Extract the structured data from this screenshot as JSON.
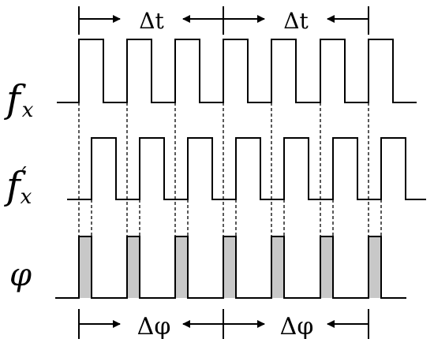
{
  "labels": {
    "fx_main": "f",
    "fx_sub": "x",
    "fxp_main": "f",
    "fxp_prime": "′",
    "fxp_sub": "x",
    "phi": "φ"
  },
  "dimensions": {
    "top_delta": "Δt",
    "bottom_delta": "Δφ"
  },
  "colors": {
    "line": "#000000",
    "phase_fill": "#c8c8c8"
  },
  "icons": [
    "arrow-right-icon",
    "arrow-left-icon"
  ]
}
